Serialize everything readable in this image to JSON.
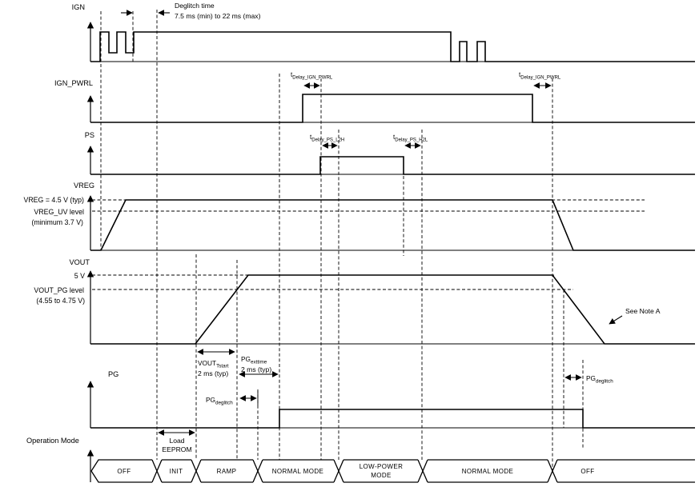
{
  "diagram": {
    "colors": {
      "line": "#000000",
      "background": "#ffffff"
    },
    "labels": {
      "ign": "IGN",
      "ign_pwrl": "IGN_PWRL",
      "ps": "PS",
      "vreg": "VREG",
      "vout": "VOUT",
      "pg": "PG",
      "op_mode": "Operation Mode"
    },
    "levels": {
      "vreg_typ": "VREG = 4.5 V (typ)",
      "vreg_uv_1": "VREG_UV level",
      "vreg_uv_2": "(minimum 3.7 V)",
      "vout_5v": "5 V",
      "vout_pg_1": "VOUT_PG level",
      "vout_pg_2": "(4.55 to 4.75 V)"
    },
    "annotations": {
      "deglitch_1": "Deglitch time",
      "deglitch_2": "7.5 ms (min) to 22 ms (max)",
      "t_delay_ign_pwrl": {
        "base": "t",
        "sub": "Delay_IGN_PWRL"
      },
      "t_delay_ps_l2h": {
        "base": "t",
        "sub": "Delay_PS_L2H"
      },
      "t_delay_ps_h2l": {
        "base": "t",
        "sub": "Delay_PS_H2L"
      },
      "vout_tstart": {
        "base": "VOUT",
        "sub": "Tstart",
        "line2": "2 ms (typ)"
      },
      "pg_exttime": {
        "base": "PG",
        "sub": "exttime",
        "line2": "2 ms (typ)"
      },
      "pg_deglitch": {
        "base": "PG",
        "sub": "deglitch"
      },
      "load_eeprom_1": "Load",
      "load_eeprom_2": "EEPROM",
      "see_note": "See Note A"
    },
    "modes": [
      {
        "label": "OFF"
      },
      {
        "label": "INIT"
      },
      {
        "label": "RAMP"
      },
      {
        "label": "NORMAL MODE"
      },
      {
        "line1": "LOW-POWER",
        "line2": "MODE"
      },
      {
        "label": "NORMAL MODE"
      },
      {
        "label": "OFF"
      }
    ]
  }
}
